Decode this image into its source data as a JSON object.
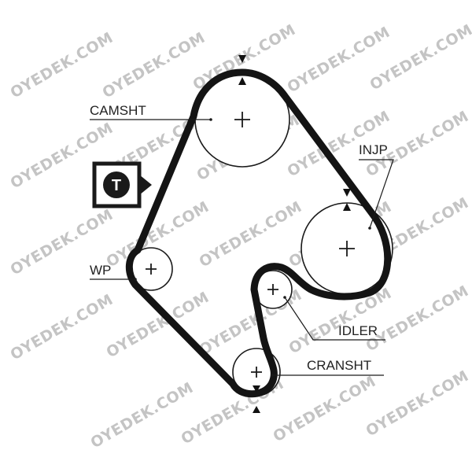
{
  "watermark": "OYEDEK.COM",
  "labels": {
    "camshaft": "CAMSHT",
    "injection_pump": "INJP",
    "water_pump": "WP",
    "idler": "IDLER",
    "crankshaft": "CRANSHT"
  },
  "tensioner_symbol": "T",
  "colors": {
    "belt": "#141414",
    "watermark": "#c4c4c4",
    "background": "#ffffff"
  }
}
